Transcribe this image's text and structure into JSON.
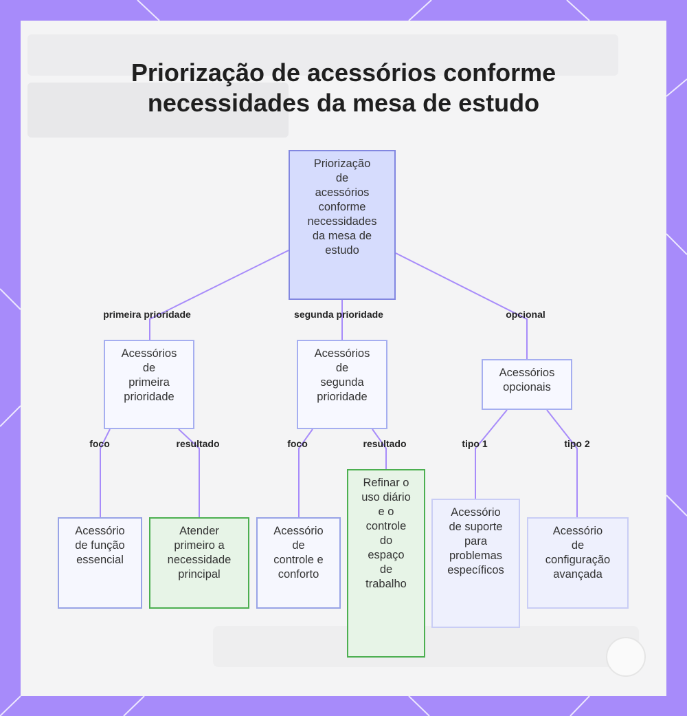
{
  "title": {
    "line1": "Priorização de acessórios conforme",
    "line2": "necessidades da mesa de estudo"
  },
  "nodes": {
    "root": [
      "Priorização",
      "de",
      "acessórios",
      "conforme",
      "necessidades",
      "da mesa de",
      "estudo"
    ],
    "primeira": [
      "Acessórios",
      "de",
      "primeira",
      "prioridade"
    ],
    "segunda": [
      "Acessórios",
      "de",
      "segunda",
      "prioridade"
    ],
    "opcionais": [
      "Acessórios",
      "opcionais"
    ],
    "funcao": [
      "Acessório",
      "de função",
      "essencial"
    ],
    "atender": [
      "Atender",
      "primeiro a",
      "necessidade",
      "principal"
    ],
    "controle": [
      "Acessório",
      "de",
      "controle e",
      "conforto"
    ],
    "refinar": [
      "Refinar o",
      "uso diário",
      "e o",
      "controle",
      "do",
      "espaço",
      "de",
      "trabalho"
    ],
    "suporte": [
      "Acessório",
      "de suporte",
      "para",
      "problemas",
      "específicos"
    ],
    "config": [
      "Acessório",
      "de",
      "configuração",
      "avançada"
    ]
  },
  "edge_labels": {
    "primeira": "primeira prioridade",
    "segunda": "segunda prioridade",
    "opcional": "opcional",
    "foco1": "foco",
    "resultado1": "resultado",
    "foco2": "foco",
    "resultado2": "resultado",
    "tipo1": "tipo 1",
    "tipo2": "tipo 2"
  },
  "colors": {
    "frame": "#a78bfa",
    "edge": "#a78bfa",
    "root_fill": "#d6dcfd",
    "result_fill": "#e7f4e7",
    "result_border": "#4caf50"
  }
}
